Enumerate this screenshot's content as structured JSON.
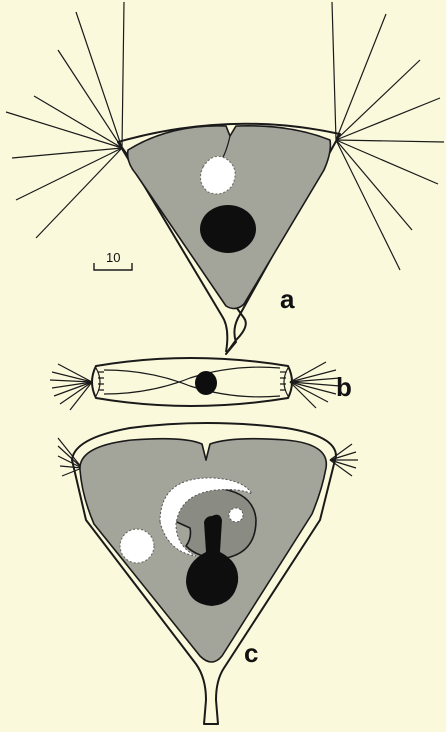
{
  "colors": {
    "background": "#fbf9dc",
    "cytoplasm": "#a3a49a",
    "inner_body": "#8a8c84",
    "nucleus": "#0e0e0e",
    "vacuole": "#ffffff",
    "line": "#1a1a1a"
  },
  "scale_bar": {
    "label": "10"
  },
  "panels": [
    {
      "id": "a",
      "label": "a"
    },
    {
      "id": "b",
      "label": "b"
    },
    {
      "id": "c",
      "label": "c"
    }
  ]
}
